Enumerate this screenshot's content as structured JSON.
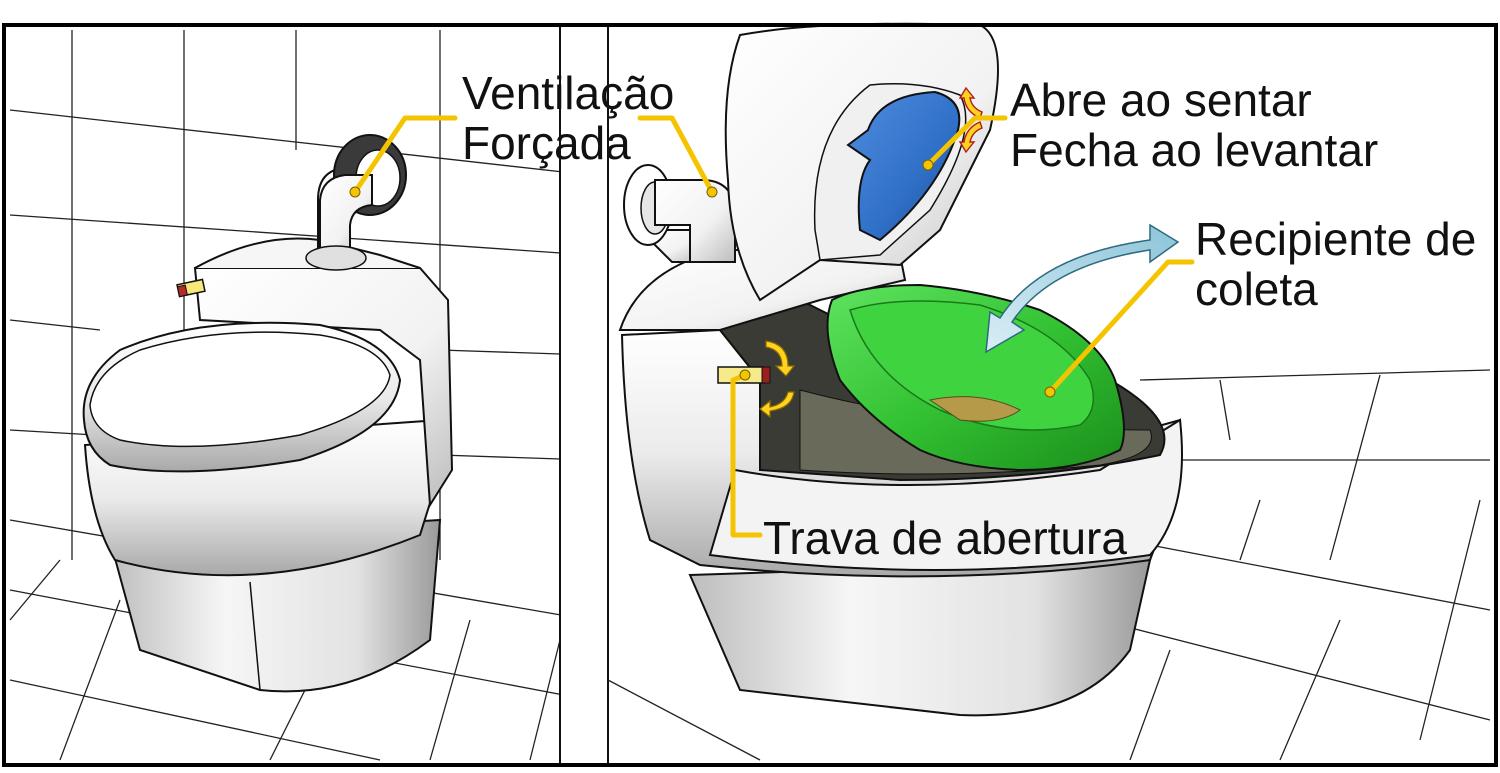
{
  "labels": {
    "ventilation": [
      "Ventilação",
      "Forçada"
    ],
    "seat": [
      "Abre ao sentar",
      "Fecha ao levantar"
    ],
    "container": [
      "Recipiente de",
      "coleta"
    ],
    "latch": "Trava de abertura"
  },
  "colors": {
    "leader": "#f5c400",
    "container": "#33c233",
    "flap": "#2f6fc6",
    "arrow": "#9fcfe0",
    "frame": "#000000"
  },
  "icons": [
    "fan-pipe-icon",
    "latch-icon",
    "rotate-arrow-icon",
    "swap-arrow-icon"
  ]
}
